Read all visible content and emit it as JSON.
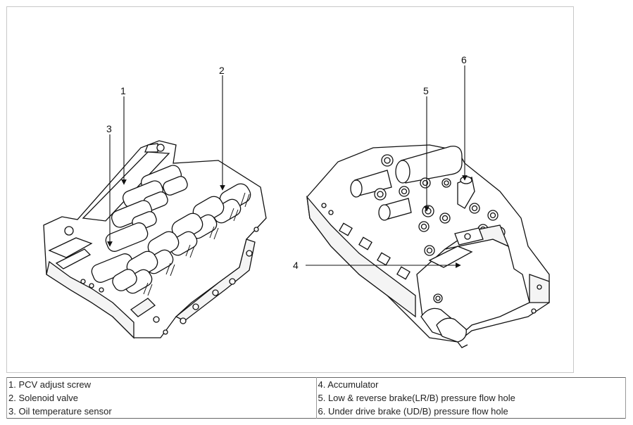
{
  "callouts": {
    "c1": "1",
    "c2": "2",
    "c3": "3",
    "c4": "4",
    "c5": "5",
    "c6": "6"
  },
  "legend": {
    "rows": [
      [
        "1. PCV adjust screw",
        "4. Accumulator"
      ],
      [
        "2. Solenoid valve",
        "5. Low & reverse brake(LR/B) pressure flow hole"
      ],
      [
        "3. Oil temperature sensor",
        "6. Under drive brake (UD/B) pressure flow hole"
      ]
    ]
  }
}
